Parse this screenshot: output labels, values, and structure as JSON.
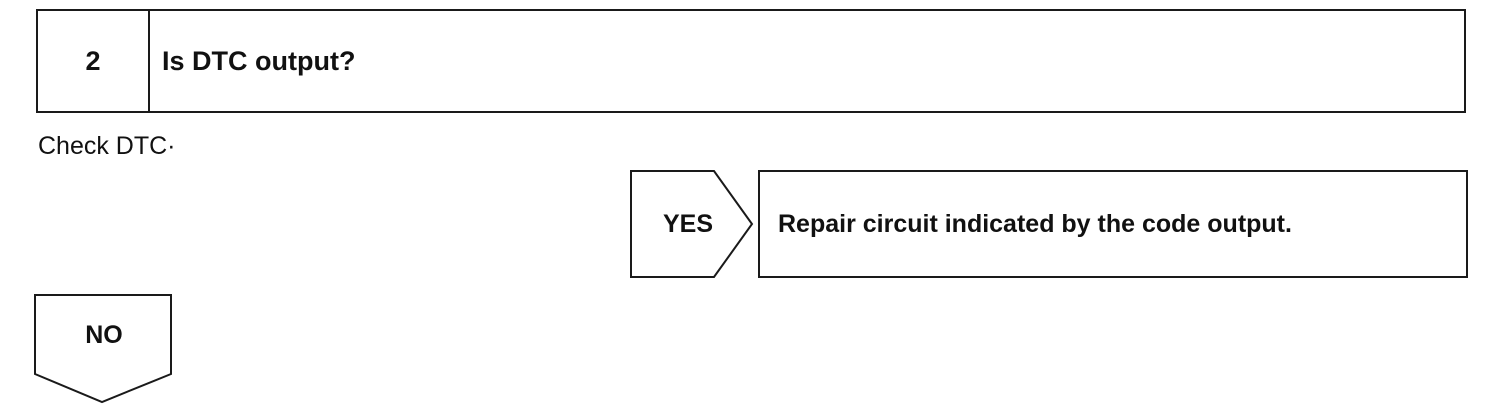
{
  "step": {
    "number": "2",
    "question": "Is DTC output?"
  },
  "instruction": "Check DTC·",
  "yes_branch": {
    "label": "YES",
    "action": "Repair circuit indicated by the code output."
  },
  "no_branch": {
    "label": "NO"
  }
}
